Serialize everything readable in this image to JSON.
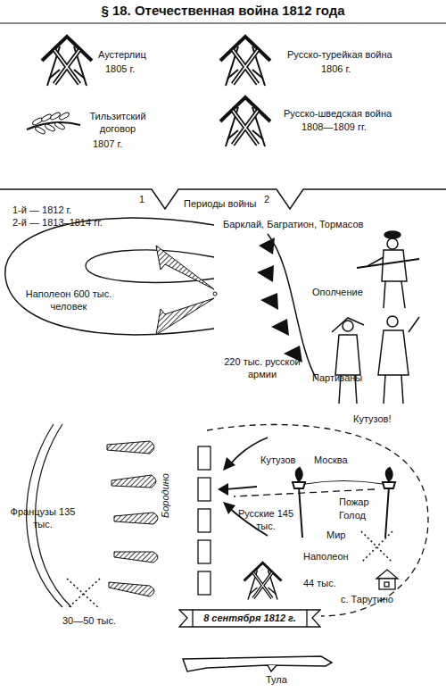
{
  "diagram": {
    "title": "§ 18. Отечественная война 1812 года",
    "nodes": [
      {
        "text": [
          "8 сентября 1812 г."
        ]
      }
    ],
    "labels": [
      "Аустерлиц",
      "1805 г.",
      "Русско-турейкая война",
      "1806 г.",
      "Тильзитский договор",
      "1807 г.",
      "Русско-шведская война",
      "1808—1809 гг.",
      "1",
      "Периоды войны",
      "2",
      "1-й — 1812 г.",
      "2-й — 1813–1814 гг.",
      "Барклай, Багратион, Тормасов",
      "Наполеон 600 тыс. человек",
      "Ополчение",
      "220 тыс. русской армии",
      "Партизаны",
      "Кутузов!",
      "Кутузов",
      "Москва",
      "Французы 135 тыс.",
      "Бородино",
      "Пожар",
      "Голод",
      "Русские 145 тыс.",
      "Мир",
      "Наполеон",
      "44 тыс.",
      "с. Тарутино",
      "30—50 тыс.",
      "Тула"
    ]
  }
}
